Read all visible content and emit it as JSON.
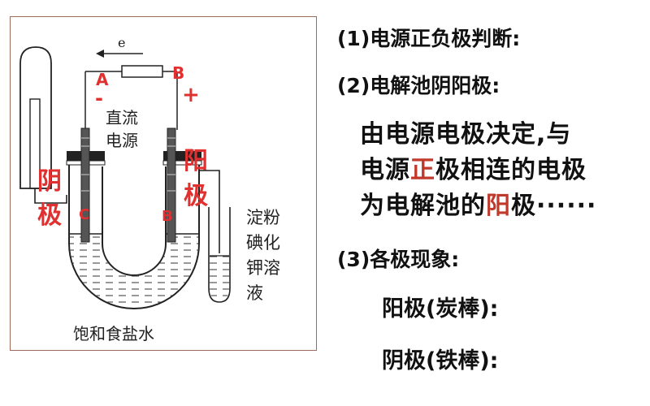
{
  "diagram": {
    "electron_label": "e",
    "node_a": "A",
    "node_b": "B",
    "sign_minus": "-",
    "sign_plus": "+",
    "power_line1": "直流",
    "power_line2": "电源",
    "cathode_char1": "阴",
    "cathode_char2": "极",
    "anode_char1": "阳",
    "anode_char2": "极",
    "iron_rod_mark": "C",
    "carbon_rod_mark": "B",
    "ki_line1": "淀粉",
    "ki_line2": "碘化",
    "ki_line3": "钾溶",
    "ki_line4": "液",
    "solution_label": "饱和食盐水"
  },
  "notes": {
    "q1": "(1)电源正负极判断:",
    "q2": "(2)电解池阴阳极:",
    "line1": "由电源电极决定,与",
    "line2_pre": "电源",
    "line2_hl": "正",
    "line2_post": "极相连的电极",
    "line3_pre": "为电解池的",
    "line3_hl": "阳",
    "line3_post": "极······",
    "q3": "(3)各极现象:",
    "anode_item": "阳极(炭棒):",
    "cathode_item": "阴极(铁棒):"
  },
  "colors": {
    "highlight": "#c0392b",
    "diagram_red": "#e03030",
    "ink": "#111111",
    "frame": "#9a6b5a"
  }
}
